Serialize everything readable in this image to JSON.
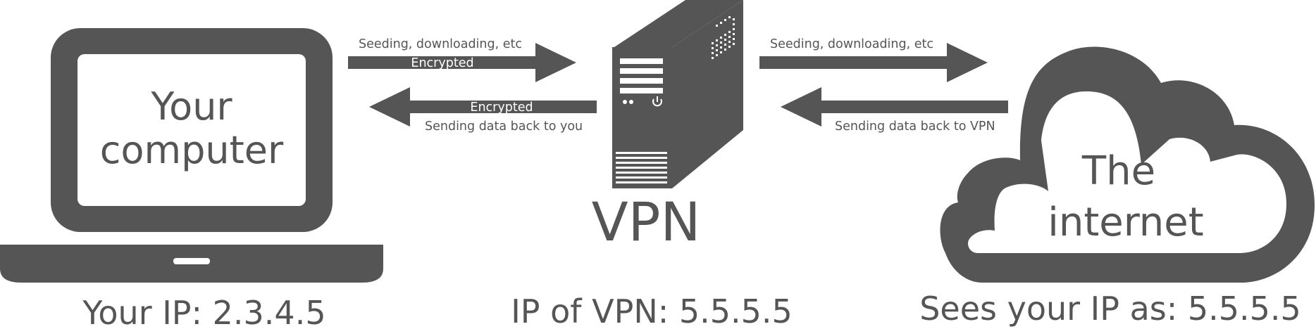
{
  "colors": {
    "ink": "#555555",
    "paper": "#ffffff"
  },
  "computer": {
    "icon": "laptop-icon",
    "label_line1": "Your",
    "label_line2": "computer",
    "ip_caption": "Your IP: 2.3.4.5"
  },
  "vpn": {
    "icon": "server-icon",
    "label": "VPN",
    "ip_caption": "IP of VPN: 5.5.5.5"
  },
  "internet": {
    "icon": "cloud-icon",
    "label_line1": "The",
    "label_line2": "internet",
    "ip_caption": "Sees your IP as: 5.5.5.5"
  },
  "arrows": {
    "computer_to_vpn": {
      "top_label": "Seeding, downloading, etc",
      "inner_label": "Encrypted"
    },
    "vpn_to_computer": {
      "inner_label": "Encrypted",
      "bottom_label": "Sending data back to you"
    },
    "vpn_to_internet": {
      "top_label": "Seeding, downloading, etc"
    },
    "internet_to_vpn": {
      "bottom_label": "Sending data back to VPN"
    }
  }
}
